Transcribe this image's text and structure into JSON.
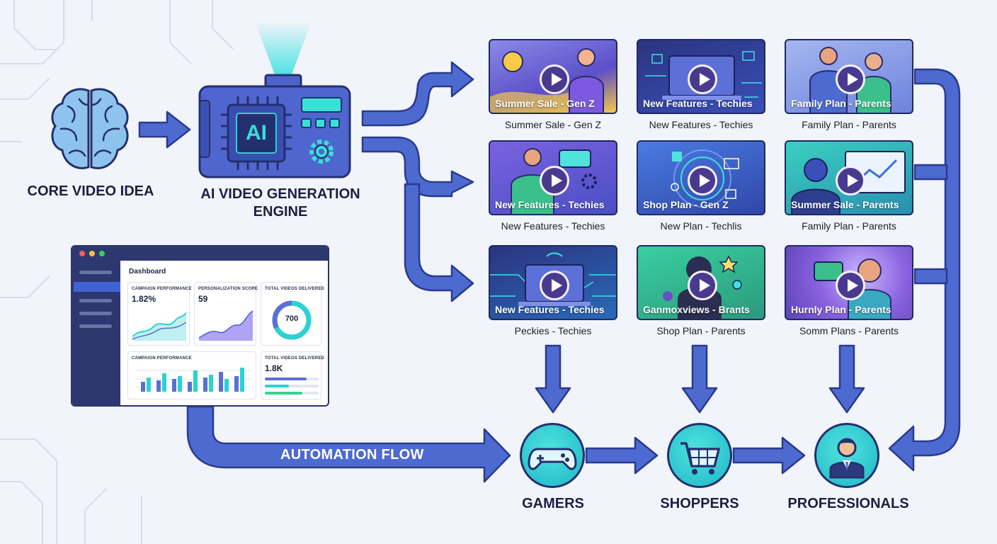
{
  "nodes": {
    "core_idea": "CORE VIDEO IDEA",
    "engine_line1": "AI VIDEO GENERATION",
    "engine_line2": "ENGINE",
    "engine_chip": "AI",
    "automation": "AUTOMATION FLOW"
  },
  "thumbnails": [
    {
      "title": "Summer Sale - Gen Z",
      "caption": "Summer Sale - Gen Z"
    },
    {
      "title": "New Features - Techies",
      "caption": "New Features - Techies"
    },
    {
      "title": "Family Plan - Parents",
      "caption": "Family Plan - Parents"
    },
    {
      "title": "New Features - Techies",
      "caption": "New Features - Techies"
    },
    {
      "title": "Shop Plan - Gen Z",
      "caption": "New Plan - Techlis"
    },
    {
      "title": "Summer Sale - Parents",
      "caption": "Family Plan - Parents"
    },
    {
      "title": "New Features - Techies",
      "caption": "Peckies - Techies"
    },
    {
      "title": "Ganmoxviews - Brants",
      "caption": "Shop Plan - Parents"
    },
    {
      "title": "Hurnly Plan - Parents",
      "caption": "Somm Plans - Parents"
    }
  ],
  "dashboard": {
    "title": "Dashboard",
    "card1_label": "CAMPAIGN PERFORMANCE",
    "card1_value": "1.82%",
    "card2_label": "PERSONALIZATION SCORE",
    "card2_value": "59",
    "card3_label": "TOTAL VIDEOS DELIVERED",
    "card3_value": "700",
    "card4_label": "CAMPAIGN PERFORMANCE",
    "card5_label": "TOTAL VIDEOS DELIVERED",
    "card5_value": "1.8K"
  },
  "audiences": {
    "gamers": "GAMERS",
    "shoppers": "SHOPPERS",
    "professionals": "PROFESSIONALS"
  },
  "colors": {
    "arrow": "#4d6ad0",
    "arrow_stroke": "#2a3a8e",
    "accent": "#2ad3d1",
    "dark": "#24306e"
  },
  "icons": [
    "brain-icon",
    "camera-icon",
    "gear-icon",
    "play-icon",
    "gamepad-icon",
    "cart-icon",
    "person-icon"
  ]
}
